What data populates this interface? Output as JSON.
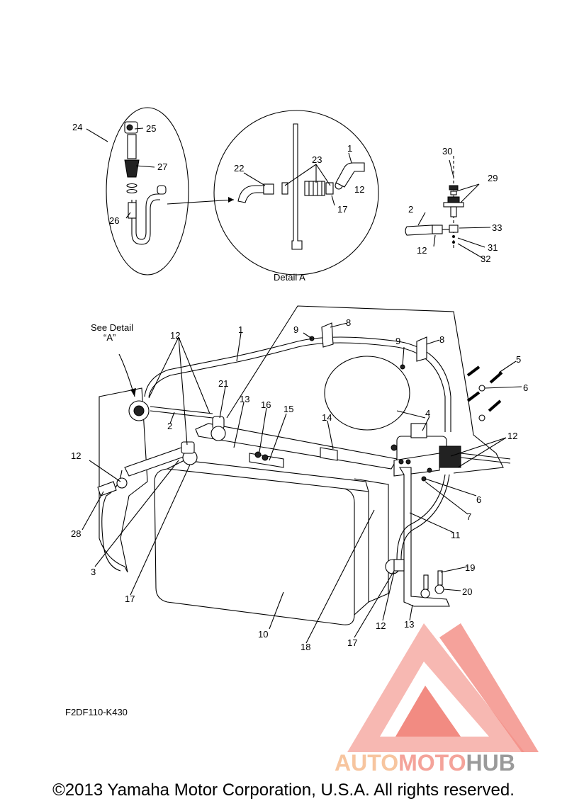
{
  "detail_title": "Detail A",
  "see_detail": {
    "line1": "See Detail",
    "line2": "“A”"
  },
  "diagram_code": "F2DF110-K430",
  "copyright": "©2013 Yamaha Motor Corporation, U.S.A. All rights reserved.",
  "watermark": {
    "part1": "AUTO",
    "part2": "MOTO",
    "part3": "HUB",
    "colors": {
      "part1": "#f7c59f",
      "part2": "#f4a39a",
      "part3": "#9a9a9a",
      "logo": "#f28b82"
    }
  },
  "callouts": {
    "c24": "24",
    "c25": "25",
    "c27": "27",
    "c26": "26",
    "c22": "22",
    "c23": "23",
    "c1a": "1",
    "c12a": "12",
    "c17a": "17",
    "c30": "30",
    "c29": "29",
    "c2a": "2",
    "c33": "33",
    "c12b": "12",
    "c31": "31",
    "c32": "32",
    "c12c": "12",
    "c1b": "1",
    "c9a": "9",
    "c8a": "8",
    "c9b": "9",
    "c8b": "8",
    "c5": "5",
    "c6a": "6",
    "c21": "21",
    "c13a": "13",
    "c16": "16",
    "c15": "15",
    "c14": "14",
    "c4": "4",
    "c12d": "12",
    "c2b": "2",
    "c12e": "12",
    "c6b": "6",
    "c7": "7",
    "c28": "28",
    "c11": "11",
    "c3": "3",
    "c19": "19",
    "c20": "20",
    "c17b": "17",
    "c12f": "12",
    "c13b": "13",
    "c10": "10",
    "c18": "18",
    "c17c": "17"
  }
}
